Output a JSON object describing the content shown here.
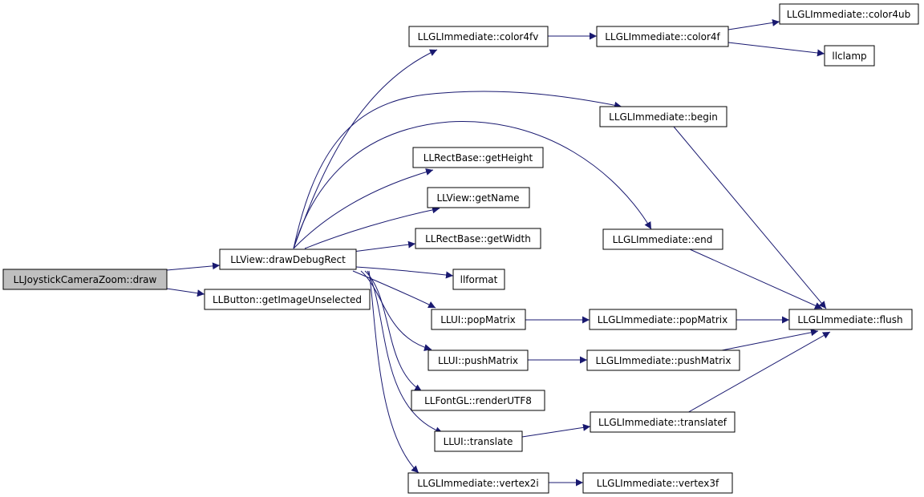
{
  "colors": {
    "edge": "#191970",
    "node_border": "#000000",
    "node_fill": "#ffffff",
    "root_fill": "#bfbfbf"
  },
  "nodes": {
    "root": "LLJoystickCameraZoom::draw",
    "drawDebugRect": "LLView::drawDebugRect",
    "getImageUnselected": "LLButton::getImageUnselected",
    "ui_color4fv": "LLGLImmediate::color4fv",
    "gl_color4f": "LLGLImmediate::color4f",
    "gl_color4ub": "LLGLImmediate::color4ub",
    "llclamp": "llclamp",
    "gl_begin": "LLGLImmediate::begin",
    "getHeight": "LLRectBase::getHeight",
    "getName": "LLView::getName",
    "getWidth": "LLRectBase::getWidth",
    "gl_end": "LLGLImmediate::end",
    "llformat": "llformat",
    "ui_popMatrix": "LLUI::popMatrix",
    "gl_popMatrix": "LLGLImmediate::popMatrix",
    "gl_flush": "LLGLImmediate::flush",
    "ui_pushMatrix": "LLUI::pushMatrix",
    "gl_pushMatrix": "LLGLImmediate::pushMatrix",
    "renderUTF8": "LLFontGL::renderUTF8",
    "ui_translate": "LLUI::translate",
    "gl_translatef": "LLGLImmediate::translatef",
    "gl_vertex2i": "LLGLImmediate::vertex2i",
    "gl_vertex3f": "LLGLImmediate::vertex3f"
  },
  "edges": [
    [
      "root",
      "drawDebugRect"
    ],
    [
      "root",
      "getImageUnselected"
    ],
    [
      "drawDebugRect",
      "ui_color4fv"
    ],
    [
      "drawDebugRect",
      "gl_begin"
    ],
    [
      "drawDebugRect",
      "getHeight"
    ],
    [
      "drawDebugRect",
      "getName"
    ],
    [
      "drawDebugRect",
      "getWidth"
    ],
    [
      "drawDebugRect",
      "gl_end"
    ],
    [
      "drawDebugRect",
      "llformat"
    ],
    [
      "drawDebugRect",
      "ui_popMatrix"
    ],
    [
      "drawDebugRect",
      "ui_pushMatrix"
    ],
    [
      "drawDebugRect",
      "renderUTF8"
    ],
    [
      "drawDebugRect",
      "ui_translate"
    ],
    [
      "drawDebugRect",
      "gl_vertex2i"
    ],
    [
      "ui_color4fv",
      "gl_color4f"
    ],
    [
      "gl_color4f",
      "gl_color4ub"
    ],
    [
      "gl_color4f",
      "llclamp"
    ],
    [
      "gl_begin",
      "gl_flush"
    ],
    [
      "gl_end",
      "gl_flush"
    ],
    [
      "ui_popMatrix",
      "gl_popMatrix"
    ],
    [
      "gl_popMatrix",
      "gl_flush"
    ],
    [
      "ui_pushMatrix",
      "gl_pushMatrix"
    ],
    [
      "gl_pushMatrix",
      "gl_flush"
    ],
    [
      "ui_translate",
      "gl_translatef"
    ],
    [
      "gl_translatef",
      "gl_flush"
    ],
    [
      "gl_vertex2i",
      "gl_vertex3f"
    ]
  ]
}
